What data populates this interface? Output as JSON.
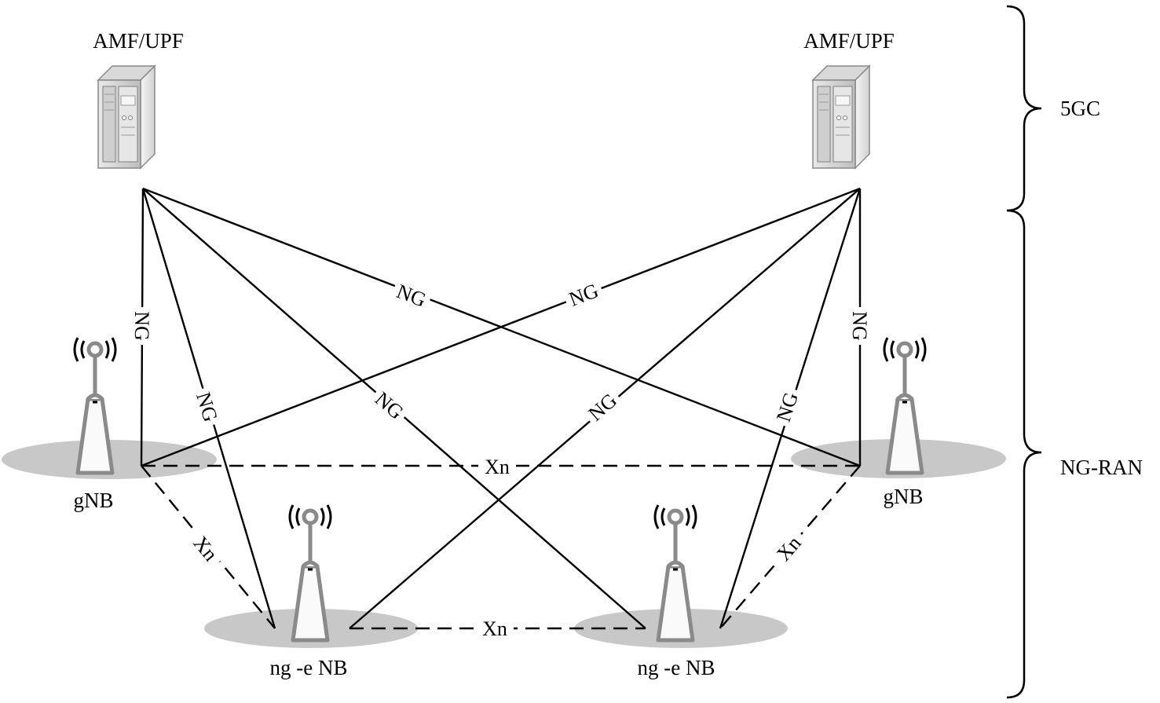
{
  "core": {
    "left_label": "AMF/UPF",
    "right_label": "AMF/UPF",
    "icon": "server-rack-icon"
  },
  "ran": {
    "gnb_left_label": "gNB",
    "gnb_right_label": "gNB",
    "ngenb_left_label": "ng -e NB",
    "ngenb_right_label": "ng -e NB",
    "icon": "radio-tower-icon"
  },
  "interfaces": {
    "ng_label": "NG",
    "xn_label": "Xn"
  },
  "groups": {
    "core_label": "5GC",
    "ran_label": "NG-RAN"
  },
  "colors": {
    "line": "#000000",
    "cell_coverage": "#c8c8c8",
    "tower": "#8a8a8a"
  }
}
